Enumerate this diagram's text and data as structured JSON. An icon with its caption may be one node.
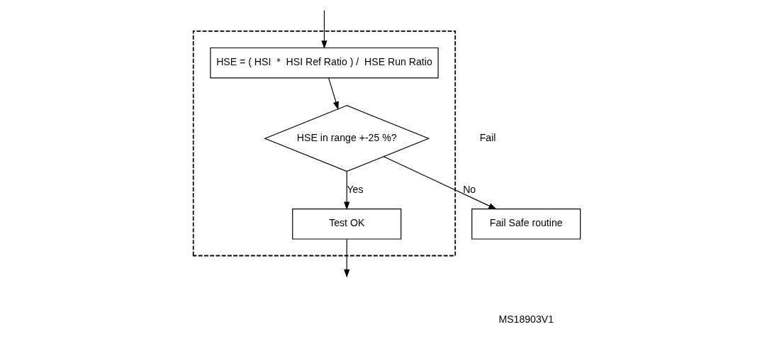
{
  "diagram": {
    "nodes": [
      {
        "text": [],
        "shape": "box"
      },
      {
        "text": [
          "HSE = ( HSI  *  HSI Ref Ratio ) /  HSE Run Ratio"
        ],
        "in": 0
      },
      {
        "text": [
          "HSE in range +-25 %?"
        ],
        "in": 0
      },
      {
        "text": [
          "Test OK"
        ],
        "in": 0
      },
      {
        "text": [
          "Fail Safe routine"
        ]
      }
    ],
    "edges": [
      {
        "from": null,
        "to": 1,
        "arrow": "to"
      },
      {
        "from": 1,
        "to": 2,
        "arrow": "to"
      },
      {
        "from": 2,
        "to": 3,
        "arrow": "to",
        "label": "Yes"
      },
      {
        "from": 2,
        "to": 4,
        "arrow": "to",
        "label": "No"
      },
      {
        "from": 3,
        "to": null,
        "arrow": "to"
      }
    ],
    "labels": [
      "Fail",
      "MS18903V1"
    ]
  }
}
